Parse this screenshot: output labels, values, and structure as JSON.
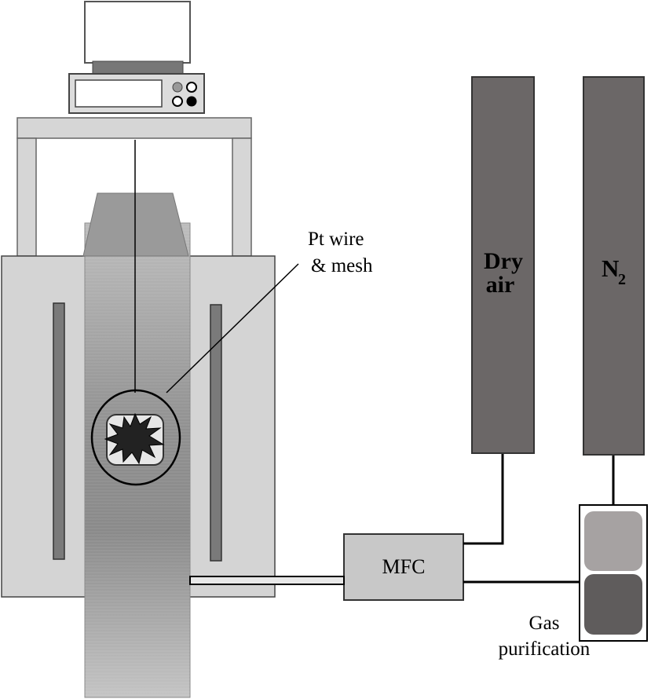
{
  "labels": {
    "pt_wire_line1": "Pt  wire",
    "pt_wire_line2": "&  mesh",
    "dry_air_line1": "Dry",
    "dry_air_line2": "air",
    "n2_main": "N",
    "n2_sub": "2",
    "mfc": "MFC",
    "gas_purification_line1": "Gas",
    "gas_purification_line2": "purification"
  },
  "colors": {
    "frame_light": "#d6d6d6",
    "furnace_body": "#d4d4d4",
    "cylinder": "#6b6767",
    "purifier_top": "#a6a2a2",
    "purifier_bottom": "#5f5c5c",
    "mfc_box": "#c8c8c8",
    "outline": "#333333"
  }
}
